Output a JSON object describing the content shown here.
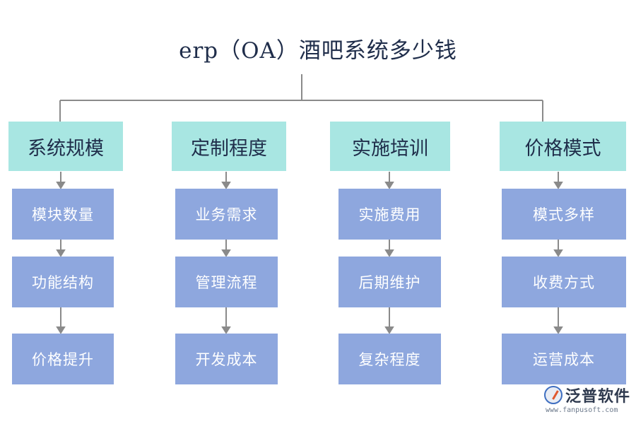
{
  "title": "erp（OA）酒吧系统多少钱",
  "columns": [
    {
      "heading": "系统规模",
      "items": [
        "模块数量",
        "功能结构",
        "价格提升"
      ]
    },
    {
      "heading": "定制程度",
      "items": [
        "业务需求",
        "管理流程",
        "开发成本"
      ]
    },
    {
      "heading": "实施培训",
      "items": [
        "实施费用",
        "后期维护",
        "复杂程度"
      ]
    },
    {
      "heading": "价格模式",
      "items": [
        "模式多样",
        "收费方式",
        "运营成本"
      ]
    }
  ],
  "logo": {
    "name": "泛普软件",
    "url": "www.fanpusoft.com"
  },
  "colors": {
    "heading_bg": "#a8e6e2",
    "item_bg": "#8ea7de",
    "connector": "#8a8a8a"
  }
}
